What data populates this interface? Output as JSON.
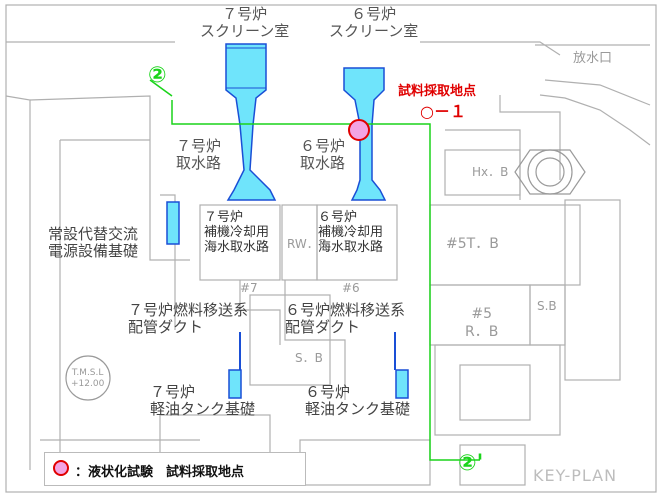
{
  "map": {
    "intake_labels": {
      "unit7_screen": "７号炉\nスクリーン室",
      "unit6_screen": "６号炉\nスクリーン室",
      "unit7_channel": "７号炉\n取水路",
      "unit6_channel": "６号炉\n取水路",
      "unit7_aux": "７号炉\n補機冷却用\n海水取水路",
      "unit6_aux": "６号炉\n補機冷却用\n海水取水路"
    },
    "structure_labels": {
      "power_foundation": "常設代替交流\n電源設備基礎",
      "unit7_duct": "７号炉燃料移送系\n配管ダクト",
      "unit6_duct": "６号炉燃料移送系\n配管ダクト",
      "unit7_tank": "７号炉\n軽油タンク基礎",
      "unit6_tank": "６号炉\n軽油タンク基礎"
    },
    "facility_labels": {
      "outfall": "放水口",
      "rw_b": "RW．B",
      "hx_b": "Hx．B",
      "t5_b": "#5T．B",
      "r5_b": "#5\nR．B",
      "sb_right": "S.B",
      "sb_center": "S．B",
      "unit7_no": "#7",
      "unit6_no": "#6",
      "tmsl": "T.M.S.L\n+12.00"
    },
    "section_line": {
      "start_label": "②",
      "end_label": "②'",
      "color": "#1ad41a"
    },
    "sample_point": {
      "title": "試料採取地点",
      "id": "○－１",
      "color": "#e00000"
    },
    "legend": {
      "text": "：液状化試験　試料採取地点"
    },
    "key_plan": "KEY-PLAN",
    "colors": {
      "intake_fill": "#6fe4fb",
      "intake_stroke": "#1a4fd6",
      "sample_fill": "#f3a4e3"
    }
  }
}
